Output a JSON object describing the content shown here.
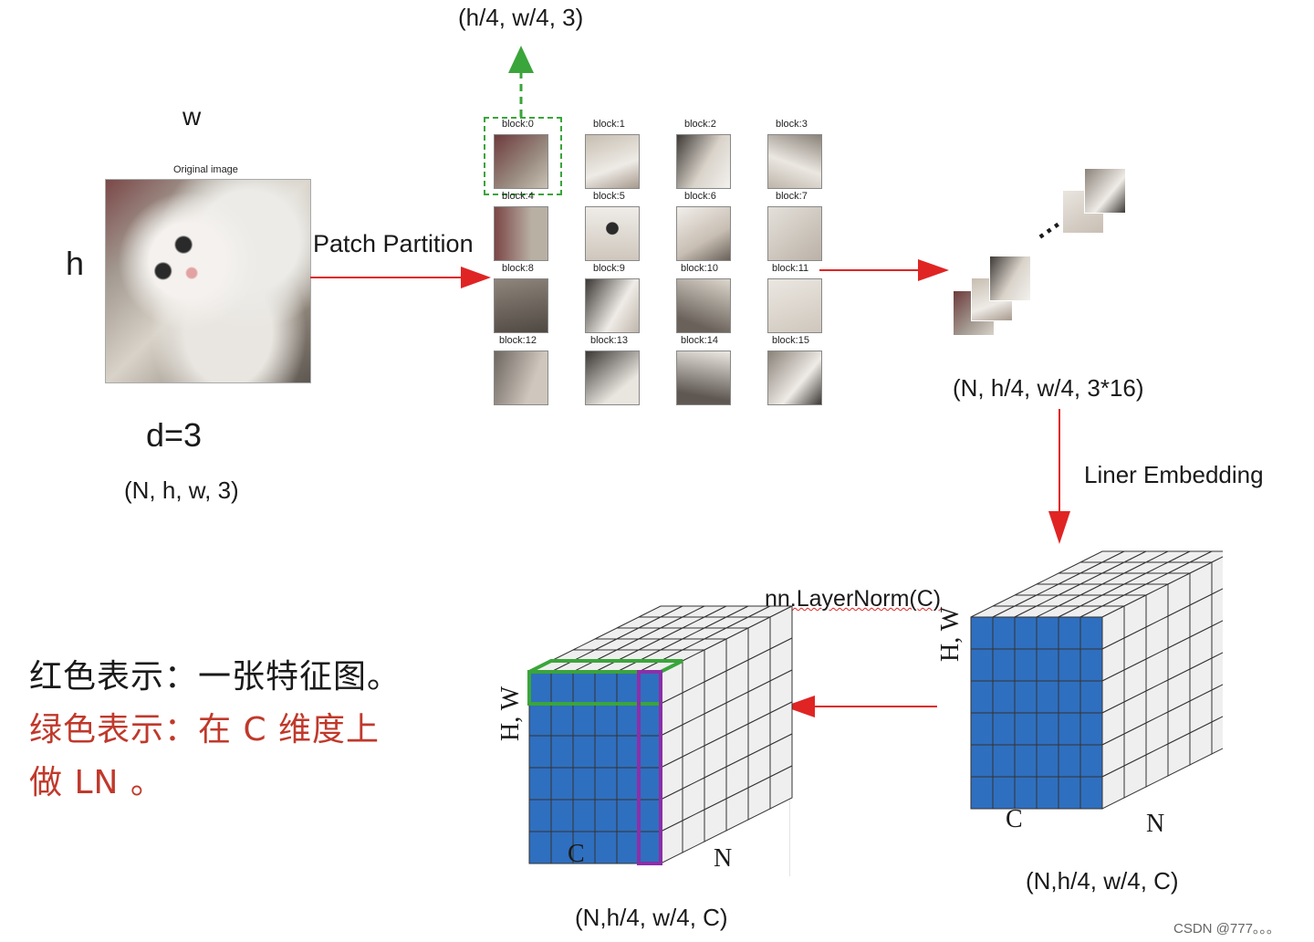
{
  "top_label": "(h/4, w/4, 3)",
  "original": {
    "w_label": "w",
    "title": "Original image",
    "h_label": "h",
    "d_label": "d=3",
    "shape": "(N, h, w, 3)"
  },
  "patch_partition": "Patch Partition",
  "blocks": [
    "block:0",
    "block:1",
    "block:2",
    "block:3",
    "block:4",
    "block:5",
    "block:6",
    "block:7",
    "block:8",
    "block:9",
    "block:10",
    "block:11",
    "block:12",
    "block:13",
    "block:14",
    "block:15"
  ],
  "stack_dots": "···",
  "stack_shape": "(N, h/4, w/4, 3*16)",
  "liner_embedding": "Liner Embedding",
  "layernorm": "nn.LayerNorm(C)",
  "right_cube": {
    "hw": "H, W",
    "c": "C",
    "n": "N",
    "shape": "(N,h/4, w/4, C)"
  },
  "left_cube": {
    "hw": "H, W",
    "c": "C",
    "n": "N",
    "shape": "(N,h/4, w/4, C)"
  },
  "note": {
    "line1": "红色表示：一张特征图。",
    "line2": "绿色表示：在 C 维度上",
    "line3": "做 LN 。"
  },
  "watermark": "CSDN @777。。。",
  "colors": {
    "arrow": "#e02424",
    "green": "#3aa53a",
    "cube_blue": "#2f6fbf",
    "cube_white": "#efefef",
    "note_red": "#c0392b",
    "purple": "#8b2fa8"
  }
}
